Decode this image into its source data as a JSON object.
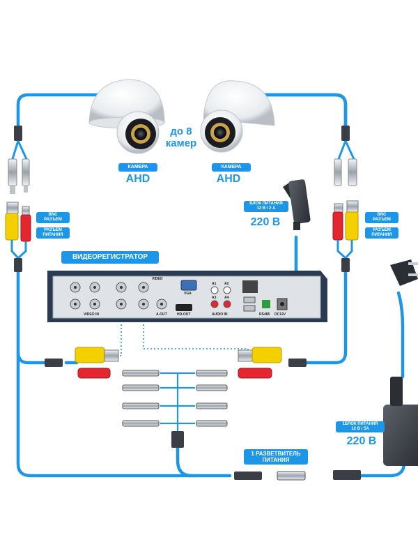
{
  "cameras": {
    "count_text_line1": "до 8",
    "count_text_line2": "камер",
    "left": {
      "label": "КАМЕРА",
      "type": "AHD"
    },
    "right": {
      "label": "КАМЕРА",
      "type": "AHD"
    }
  },
  "connectors": {
    "left": {
      "bnc": "BNC",
      "bnc_sub": "РАЗЪЕМ",
      "power": "РАЗЪЕМ",
      "power_sub": "ПИТАНИЯ"
    },
    "right": {
      "bnc": "BNC",
      "bnc_sub": "РАЗЪЕМ",
      "power": "РАЗЪЕМ",
      "power_sub": "ПИТАНИЯ"
    }
  },
  "psu_small": {
    "line1": "БЛОК ПИТАНИЯ",
    "line2": "12 В / 2 А",
    "voltage": "220 В"
  },
  "recorder": {
    "label": "ВИДЕОРЕГИСТРАТОР",
    "ports": {
      "video_in": "VIDEO IN",
      "video": "VIDEO",
      "a_out": "A-OUT",
      "vga": "VGA",
      "hd_out": "HD-OUT",
      "audio_in": "AUDIO IN",
      "a1": "A1",
      "a2": "A2",
      "a3": "A3",
      "a4": "A4",
      "rs485": "RS485",
      "dc12v": "DC12V"
    }
  },
  "psu_big": {
    "line1": "1БЛОК ПИТАНИЯ",
    "line2": "12 В / 5А",
    "voltage": "220 В"
  },
  "splitter": {
    "line1": "1 РАЗВЕТВИТЕЛЬ",
    "line2": "ПИТАНИЯ"
  },
  "colors": {
    "cable": "#1e96e8",
    "accent_label": "#1e96e8",
    "yellow": "#f5d000",
    "red": "#e3262f",
    "dvr_body": "#dfe3e8",
    "dvr_frame": "#2a3b52"
  }
}
